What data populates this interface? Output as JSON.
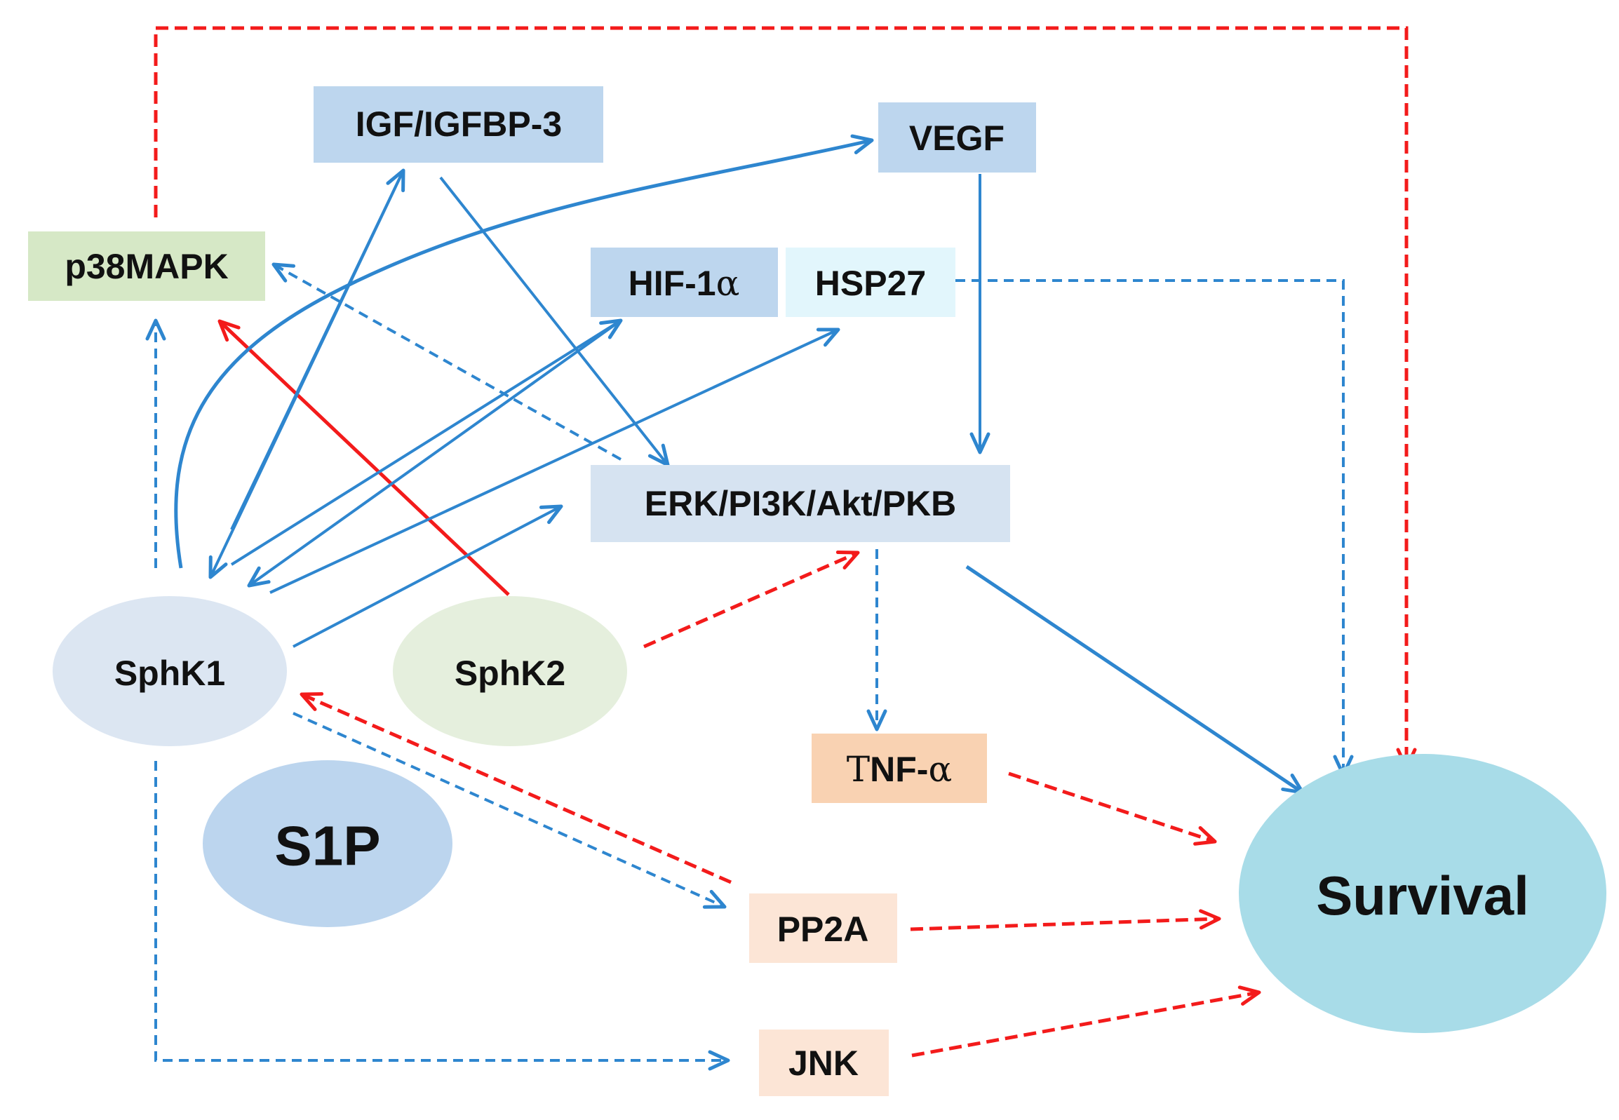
{
  "diagram": {
    "colors": {
      "blue_arrow": "#2E86CF",
      "red_arrow": "#F31B1B",
      "box_blue": "#BDD6EE",
      "box_light_blue": "#E2F6FC",
      "box_pale_blue": "#D6E3F1",
      "box_green": "#D6E8C6",
      "box_orange": "#F9D2B2",
      "box_peach": "#FCE5D6",
      "ellipse_sphk1": "#DCE6F2",
      "ellipse_sphk2": "#E5EFDD",
      "ellipse_s1p": "#BCD5EE",
      "ellipse_survival": "#A8DCE8"
    },
    "nodes": {
      "igf": "IGF/IGFBP-3",
      "vegf": "VEGF",
      "p38mapk": "p38MAPK",
      "hif_prefix": "HIF-1",
      "hif_greek": "α",
      "hsp27": "HSP27",
      "erk": "ERK/PI3K/Akt/PKB",
      "sphk1": "SphK1",
      "sphk2": "SphK2",
      "tnf_prefix": "TNF-",
      "tnf_greek": "α",
      "s1p": "S1P",
      "pp2a": "PP2A",
      "jnk": "JNK",
      "survival": "Survival"
    }
  }
}
